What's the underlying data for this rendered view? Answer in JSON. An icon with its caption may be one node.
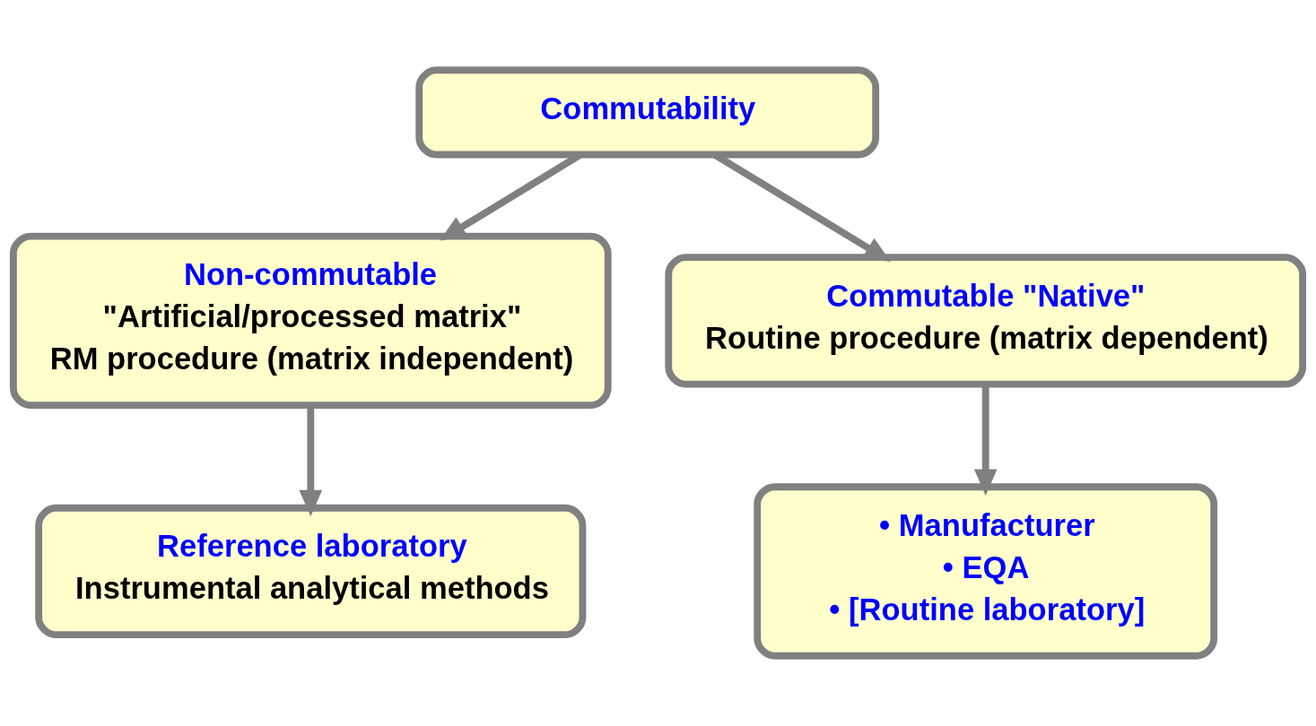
{
  "diagram": {
    "nodes": [
      {
        "text": [
          "Commutability"
        ]
      },
      {
        "text": [
          "Non-commutable",
          "\"Artificial/processed matrix\"",
          "RM procedure (matrix independent)"
        ]
      },
      {
        "text": [
          "Commutable \"Native\"",
          "Routine procedure (matrix dependent)"
        ]
      },
      {
        "text": [
          "Reference laboratory",
          "Instrumental analytical methods"
        ]
      },
      {
        "text": [
          "• Manufacturer",
          "• EQA",
          "• [Routine laboratory]"
        ]
      }
    ],
    "edges": [
      {
        "from": 0,
        "to": 1,
        "arrow": "to"
      },
      {
        "from": 0,
        "to": 2,
        "arrow": "to"
      },
      {
        "from": 1,
        "to": 3,
        "arrow": "to"
      },
      {
        "from": 2,
        "to": 4,
        "arrow": "to"
      }
    ]
  }
}
